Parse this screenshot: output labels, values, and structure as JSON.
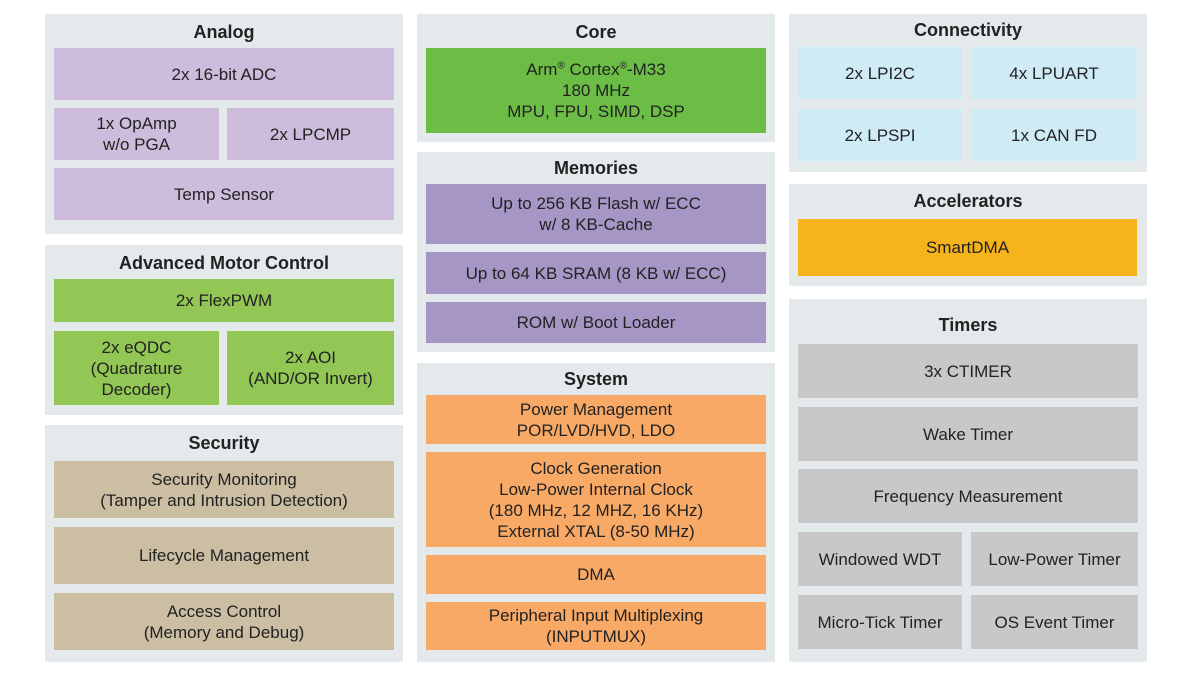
{
  "analog": {
    "title": "Analog",
    "adc": "2x 16-bit ADC",
    "opamp": "1x OpAmp\nw/o PGA",
    "lpcmp": "2x LPCMP",
    "temp": "Temp Sensor"
  },
  "motor": {
    "title": "Advanced Motor Control",
    "flexpwm": "2x FlexPWM",
    "eqdc": "2x eQDC\n(Quadrature\nDecoder)",
    "aoi": "2x AOI\n(AND/OR Invert)"
  },
  "security": {
    "title": "Security",
    "monitoring": "Security Monitoring\n(Tamper and Intrusion Detection)",
    "lifecycle": "Lifecycle Management",
    "access": "Access Control\n(Memory and Debug)"
  },
  "core": {
    "title": "Core",
    "arm": "Arm",
    "reg": "®",
    "cortex": " Cortex",
    "m33": "-M33",
    "freq": "180 MHz",
    "features": "MPU, FPU, SIMD, DSP"
  },
  "memories": {
    "title": "Memories",
    "flash": "Up to 256 KB Flash w/ ECC\nw/ 8 KB-Cache",
    "sram": "Up to 64 KB SRAM (8 KB w/ ECC)",
    "rom": "ROM w/ Boot Loader"
  },
  "system": {
    "title": "System",
    "power": "Power Management\nPOR/LVD/HVD, LDO",
    "clock": "Clock Generation\nLow-Power Internal Clock\n(180 MHz, 12 MHZ, 16 KHz)\n External XTAL (8-50 MHz)",
    "dma": "DMA",
    "inputmux": "Peripheral Input Multiplexing\n(INPUTMUX)"
  },
  "connectivity": {
    "title": "Connectivity",
    "lpi2c": "2x LPI2C",
    "lpuart": "4x LPUART",
    "lpspi": "2x LPSPI",
    "canfd": "1x CAN FD"
  },
  "accelerators": {
    "title": "Accelerators",
    "smartdma": "SmartDMA"
  },
  "timers": {
    "title": "Timers",
    "ctimer": "3x CTIMER",
    "wake": "Wake Timer",
    "freqmeas": "Frequency Measurement",
    "wdt": "Windowed WDT",
    "lptimer": "Low-Power Timer",
    "microtick": "Micro-Tick Timer",
    "osevent": "OS Event Timer"
  },
  "colors": {
    "group_bg": "#e4e9ec",
    "analog": "#cdbcdb",
    "core": "#6bbd45",
    "motor": "#92c655",
    "memories": "#a696c5",
    "system": "#f9a966",
    "security": "#cbbea3",
    "connectivity": "#cfebf6",
    "accelerators": "#f6b31b",
    "timers": "#c8c8c8"
  }
}
